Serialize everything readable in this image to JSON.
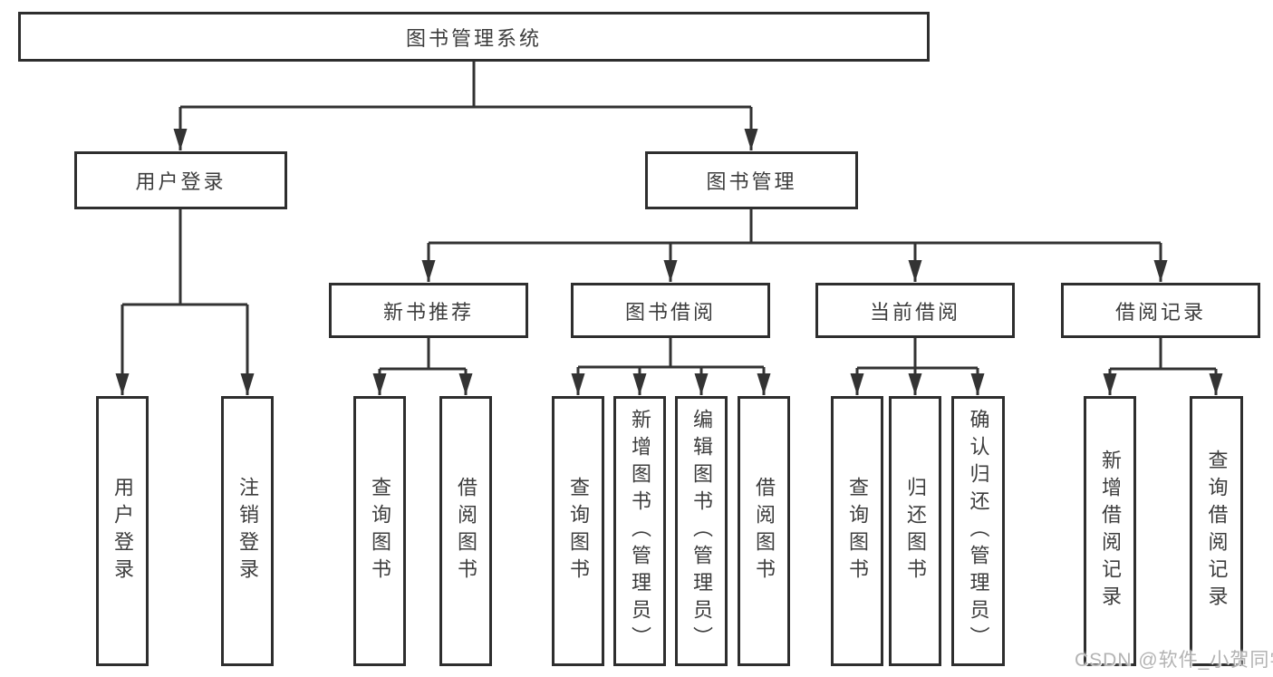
{
  "diagram": {
    "root": {
      "label": "图书管理系统"
    },
    "children": [
      {
        "label": "用户登录",
        "children": [
          {
            "label": "用户登录"
          },
          {
            "label": "注销登录"
          }
        ]
      },
      {
        "label": "图书管理",
        "children": [
          {
            "label": "新书推荐",
            "children": [
              {
                "label": "查询图书"
              },
              {
                "label": "借阅图书"
              }
            ]
          },
          {
            "label": "图书借阅",
            "children": [
              {
                "label": "查询图书"
              },
              {
                "label": "新增图书（管理员）"
              },
              {
                "label": "编辑图书（管理员）"
              },
              {
                "label": "借阅图书"
              }
            ]
          },
          {
            "label": "当前借阅",
            "children": [
              {
                "label": "查询图书"
              },
              {
                "label": "归还图书"
              },
              {
                "label": "确认归还（管理员）"
              }
            ]
          },
          {
            "label": "借阅记录",
            "children": [
              {
                "label": "新增借阅记录"
              },
              {
                "label": "查询借阅记录"
              }
            ]
          }
        ]
      }
    ]
  },
  "watermark": {
    "text": "CSDN @软件_小贺同学"
  },
  "colors": {
    "line": "#333333",
    "box_border": "#2e2e2e",
    "text": "#3d3d3d",
    "background": "#ffffff",
    "watermark": "#b3b3b3"
  }
}
